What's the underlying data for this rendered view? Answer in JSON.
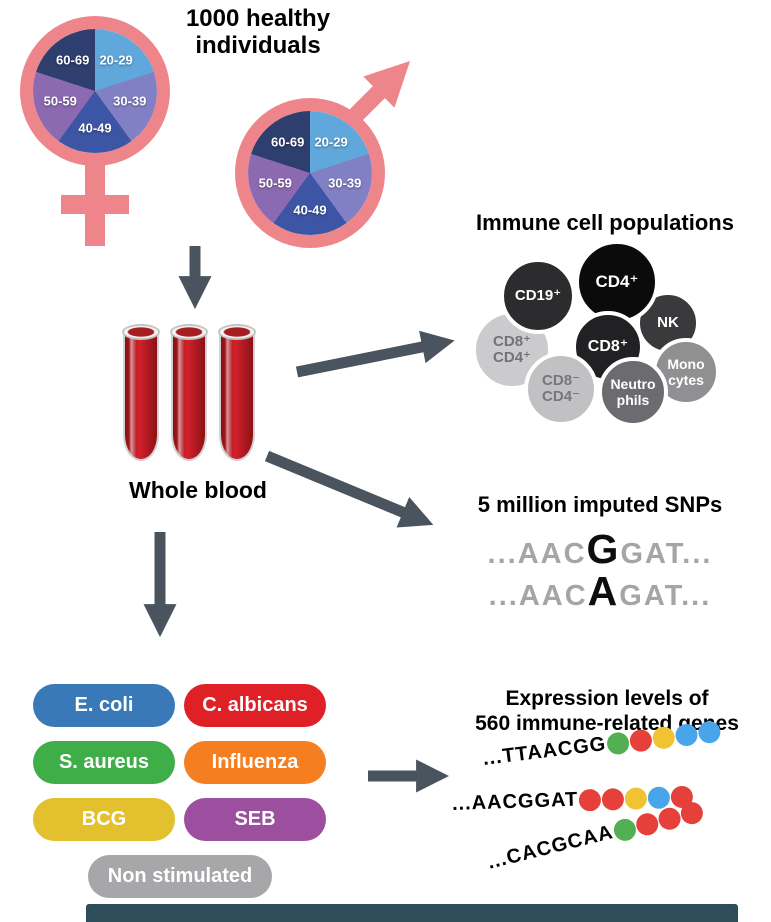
{
  "cohort": {
    "title_line1": "1000 healthy",
    "title_line2": "individuals"
  },
  "gender": {
    "color": "#ee858b"
  },
  "age_pie": {
    "slices": [
      {
        "label": "20-29",
        "color": "#60a8dc"
      },
      {
        "label": "30-39",
        "color": "#8280c5"
      },
      {
        "label": "40-49",
        "color": "#3d55a5"
      },
      {
        "label": "50-59",
        "color": "#8c6ab2"
      },
      {
        "label": "60-69",
        "color": "#2e3e6f"
      }
    ]
  },
  "blood": {
    "label": "Whole blood"
  },
  "immune": {
    "title": "Immune cell populations",
    "cells": [
      {
        "lines": [
          "CD19⁺"
        ],
        "color": "#2c2c2e",
        "text_color": "#ffffff"
      },
      {
        "lines": [
          "CD4⁺"
        ],
        "color": "#0b0b0c",
        "text_color": "#ffffff"
      },
      {
        "lines": [
          "NK"
        ],
        "color": "#3a3a3c",
        "text_color": "#ffffff"
      },
      {
        "lines": [
          "CD8⁺"
        ],
        "color": "#212123",
        "text_color": "#ffffff"
      },
      {
        "lines": [
          "CD8⁺",
          "CD4⁺"
        ],
        "color": "#cbcbcd",
        "text_color": "#737377"
      },
      {
        "lines": [
          "Mono",
          "cytes"
        ],
        "color": "#909093",
        "text_color": "#ffffff"
      },
      {
        "lines": [
          "CD8⁻",
          "CD4⁻"
        ],
        "color": "#c1c1c3",
        "text_color": "#77777b"
      },
      {
        "lines": [
          "Neutro",
          "phils"
        ],
        "color": "#6c6c70",
        "text_color": "#ffffff"
      }
    ]
  },
  "snps": {
    "title": "5 million imputed SNPs",
    "sequences": [
      {
        "prefix": "...AAC",
        "variant": "G",
        "suffix": "GAT..."
      },
      {
        "prefix": "...AAC",
        "variant": "A",
        "suffix": "GAT..."
      }
    ]
  },
  "stimuli": {
    "items": [
      {
        "label": "E. coli",
        "color": "#3a79b8"
      },
      {
        "label": "C. albicans",
        "color": "#e02027"
      },
      {
        "label": "S. aureus",
        "color": "#3fae49"
      },
      {
        "label": "Influenza",
        "color": "#f57e20"
      },
      {
        "label": "BCG",
        "color": "#e2c02e"
      },
      {
        "label": "SEB",
        "color": "#9c4f9f"
      },
      {
        "label": "Non stimulated",
        "color": "#a7a7aa"
      }
    ]
  },
  "expression": {
    "title_line1": "Expression levels of",
    "title_line2": "560 immune-related genes",
    "rows": [
      {
        "seq": "...TTAACGG",
        "dots": [
          "#52b053",
          "#e6403b",
          "#f1c232",
          "#49a5e9",
          "#49a5e9"
        ]
      },
      {
        "seq": "...AACGGAT",
        "dots": [
          "#e6403b",
          "#e6403b",
          "#f1c232",
          "#49a5e9",
          "#e6403b"
        ]
      },
      {
        "seq": "...CACGCAA",
        "dots": [
          "#52b053",
          "#e6403b",
          "#e6403b",
          "#e6403b"
        ]
      }
    ]
  },
  "flow": {
    "arrow_color": "#4a545e"
  },
  "footer": {
    "bar_color": "#2e4d5a"
  }
}
